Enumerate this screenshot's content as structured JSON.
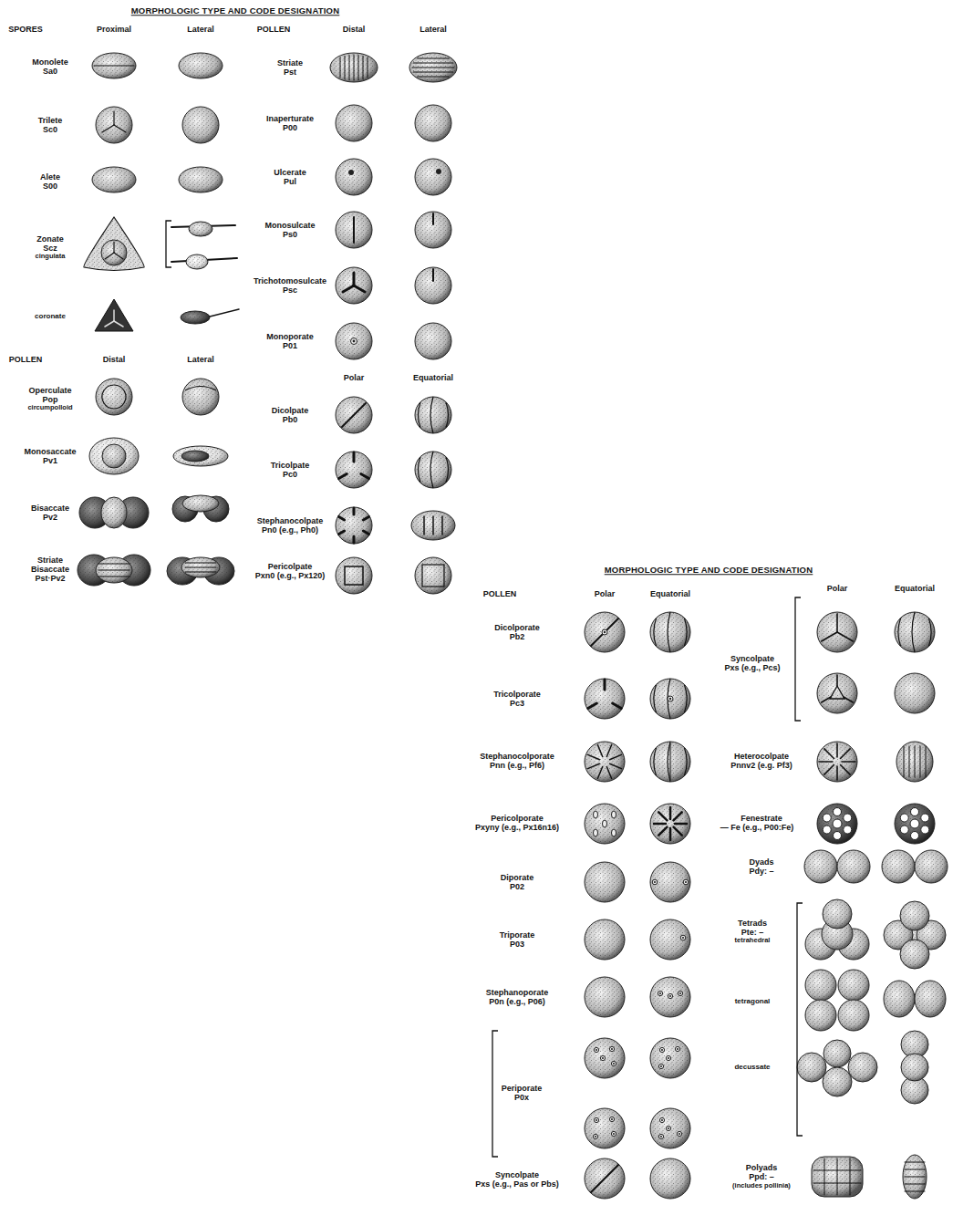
{
  "diagram": {
    "title": "MORPHOLOGIC TYPE AND CODE DESIGNATION",
    "labels": [
      "SPORES",
      "Proximal",
      "Lateral",
      "POLLEN",
      "Distal",
      "Lateral",
      "Monolete",
      "Sa0",
      "Trilete",
      "Sc0",
      "Alete",
      "S00",
      "Zonate",
      "Scz",
      "cingulata",
      "coronate",
      "POLLEN",
      "Distal",
      "Lateral",
      "Operculate",
      "Pop",
      "circumpolloid",
      "Monosaccate",
      "Pv1",
      "Bisaccate",
      "Pv2",
      "Striate",
      "Bisaccate",
      "Pst·Pv2",
      "Striate",
      "Pst",
      "Inaperturate",
      "P00",
      "Ulcerate",
      "Pul",
      "Monosulcate",
      "Ps0",
      "Trichotomosulcate",
      "Psc",
      "Monoporate",
      "P01",
      "Polar",
      "Equatorial",
      "Dicolpate",
      "Pb0",
      "Tricolpate",
      "Pc0",
      "Stephanocolpate",
      "Pn0 (e.g., Ph0)",
      "Pericolpate",
      "Pxn0 (e.g., Px120)",
      "MORPHOLOGIC TYPE AND CODE DESIGNATION",
      "POLLEN",
      "Polar",
      "Equatorial",
      "Polar",
      "Equatorial",
      "Dicolporate",
      "Pb2",
      "Tricolporate",
      "Pc3",
      "Stephanocolporate",
      "Pnn (e.g., Pf6)",
      "Pericolporate",
      "Pxyny (e.g., Px16n16)",
      "Diporate",
      "P02",
      "Triporate",
      "P03",
      "Stephanoporate",
      "P0n (e.g., P06)",
      "Periporate",
      "P0x",
      "Syncolpate",
      "Pxs (e.g., Pas or Pbs)",
      "Syncolpate",
      "Pxs (e.g., Pcs)",
      "Heterocolpate",
      "Pnnv2 (e.g. Pf3)",
      "Fenestrate",
      "— Fe (e.g., P00:Fe)",
      "Dyads",
      "Pdy: –",
      "Tetrads",
      "Pte: –",
      "tetrahedral",
      "tetragonal",
      "decussate",
      "Polyads",
      "Ppd: –",
      "(includes pollinia)"
    ]
  }
}
